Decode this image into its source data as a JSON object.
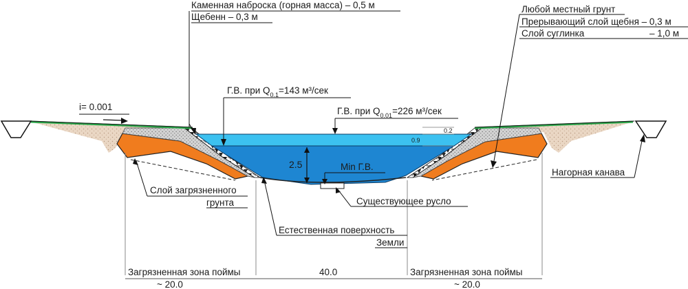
{
  "labels": {
    "riprap": "Каменная наброска (горная масса) – 0,5 м",
    "gravel": "Щебенн – 0,3 м",
    "local_soil": "Любой местный грунт",
    "break_layer": "Прерывающий слой щебня – 0,3 м",
    "loam_name": "Слой суглинка",
    "loam_value": "– 1,0 м",
    "slope": "i= 0.001",
    "hw1_prefix": "Г.В. при Q",
    "hw1_sub": "0.1",
    "hw1_suffix": "=143 м³/сек",
    "hw2_prefix": "Г.В. при Q",
    "hw2_sub": "0.01",
    "hw2_suffix": "=226 м³/сек",
    "min_wl": "Min Г.В.",
    "depth": "2.5",
    "dim_02": "0.2",
    "dim_09": "0.9",
    "contaminated_layer_1": "Слой загрязненного",
    "contaminated_layer_2": "грунта",
    "existing_channel": "Существующее русло",
    "natural_surface_1": "Естественная поверхность",
    "natural_surface_2": "Земли",
    "upland_ditch": "Нагорная канава",
    "zone_left": "Загрязненная зона поймы",
    "zone_right": "Загрязненная зона поймы",
    "width_center": "40.0",
    "width_left": "~ 20.0",
    "width_right": "~ 20.0"
  },
  "colors": {
    "water_upper": "#3cc1f0",
    "water_lower": "#1e86d2",
    "loam": "#f07c1e",
    "soil": "#ead7c4",
    "grass": "#29a84a",
    "gravel": "#c9c9c9",
    "riprap": "#1a1a1a"
  }
}
